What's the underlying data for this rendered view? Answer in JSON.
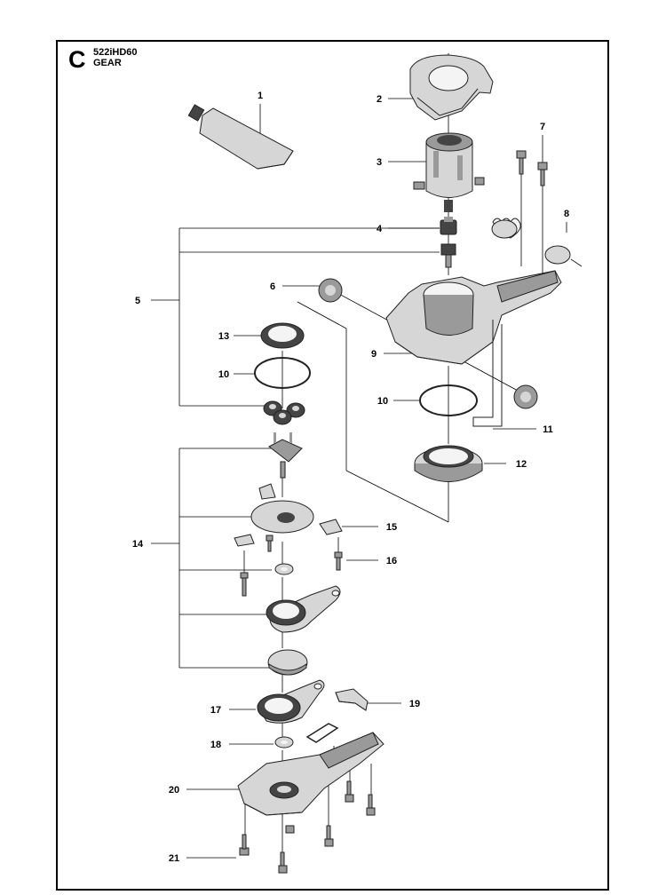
{
  "header": {
    "section": "C",
    "model": "522iHD60",
    "title": "GEAR"
  },
  "callouts": [
    "1",
    "2",
    "3",
    "4",
    "5",
    "6",
    "7",
    "8",
    "9",
    "10",
    "10",
    "11",
    "12",
    "13",
    "14",
    "15",
    "16",
    "17",
    "18",
    "19",
    "20",
    "21"
  ]
}
